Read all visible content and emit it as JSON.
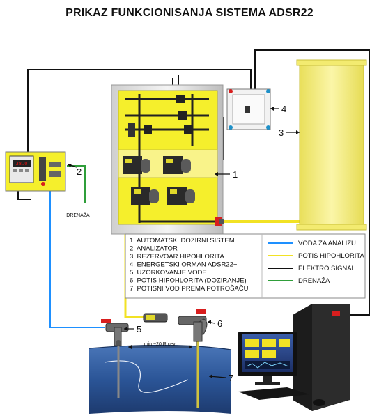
{
  "title": "PRIKAZ FUNKCIONISANJA SISTEMA ADSR22",
  "callouts": {
    "c1": "1",
    "c2": "2",
    "c3": "3",
    "c4": "4",
    "c5": "5",
    "c6": "6",
    "c7": "7"
  },
  "drainage_label": "DRENAŽA",
  "distance_label": "min ~20 R cevi",
  "analyzer_display": "38.0",
  "legend_items": [
    "1. AUTOMATSKI DOZIRNI SISTEM",
    "2. ANALIZATOR",
    "3. REZERVOAR HIPOHLORITA",
    "4. ENERGETSKI ORMAN ADSR22+",
    "5. UZORKOVANJE VODE",
    "6. POTIS HIPOHLORITA (DOZIRANJE)",
    "7. POTISNI VOD PREMA POTROŠAČU"
  ],
  "line_legend": [
    {
      "label": "VODA ZA ANALIZU",
      "color": "#1e90ff"
    },
    {
      "label": "POTIS HIPOHLORITA",
      "color": "#f2e224"
    },
    {
      "label": "ELEKTRO SIGNAL",
      "color": "#111111"
    },
    {
      "label": "DRENAŽA",
      "color": "#2f9e3a"
    }
  ],
  "colors": {
    "panel_yellow": "#f5ef2c",
    "tank_yellow": "#f6ee8a",
    "pipe_water": "#2a4f8a",
    "valve_red": "#d81e1e"
  }
}
